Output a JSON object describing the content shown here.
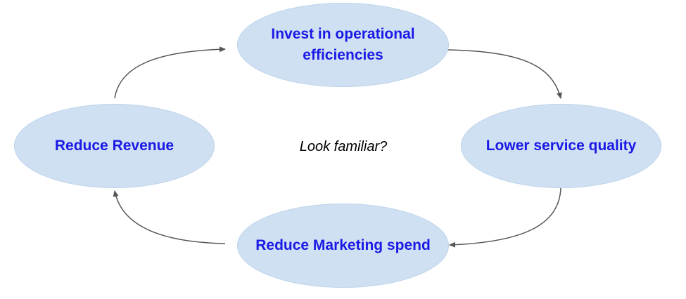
{
  "diagram": {
    "nodes": {
      "top": "Invest in operational\nefficiencies",
      "right": "Lower service quality",
      "bottom": "Reduce Marketing spend",
      "left": "Reduce Revenue"
    },
    "center_text": "Look familiar?"
  },
  "colors": {
    "node_fill": "#cfe0f2",
    "node_text": "#1a1ae6",
    "arrow": "#555555"
  }
}
